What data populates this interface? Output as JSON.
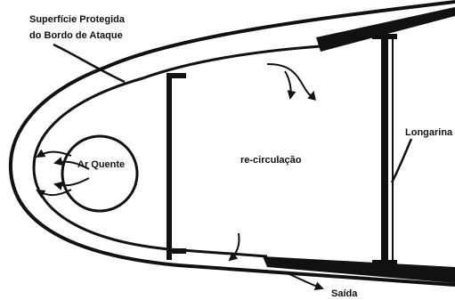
{
  "labels": {
    "surface_line1": "Superfície Protegida",
    "surface_line2": "do Bordo de Ataque",
    "hot_air": "Ar Quente",
    "recirculation": "re-circulação",
    "spar": "Longarina",
    "exit": "Saída"
  },
  "colors": {
    "ink": "#111111",
    "paper": "#ffffff"
  }
}
